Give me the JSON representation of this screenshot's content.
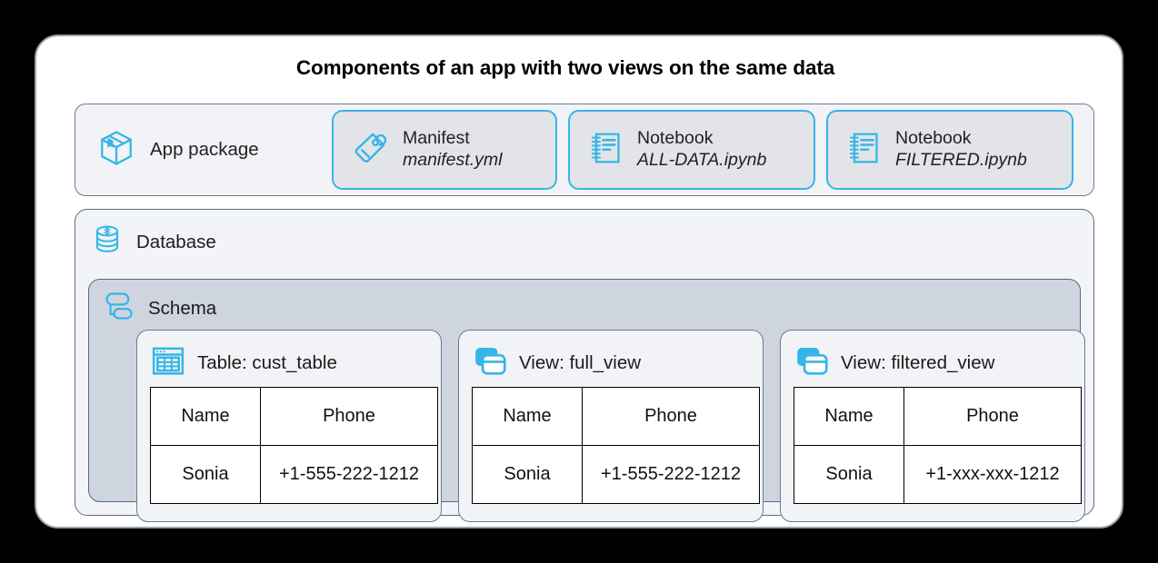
{
  "title": "Components of an app with two views on the same data",
  "colors": {
    "accent": "#36b5e8",
    "panel_light": "#f1f3f6",
    "panel_schema": "#cfd5de",
    "border_gray": "#6d7a91",
    "canvas": "#000000",
    "card": "#ffffff"
  },
  "app_row": {
    "package_label": "App package",
    "package_icon": "package-box-icon",
    "files": [
      {
        "icon": "tag-icon",
        "kind": "Manifest",
        "filename": "manifest.yml",
        "selected": true
      },
      {
        "icon": "notebook-icon",
        "kind": "Notebook",
        "filename": "ALL-DATA.ipynb",
        "selected": false
      },
      {
        "icon": "notebook-icon",
        "kind": "Notebook",
        "filename": "FILTERED.ipynb",
        "selected": false
      }
    ]
  },
  "database": {
    "label": "Database",
    "icon": "database-snowflake-icon",
    "schema": {
      "label": "Schema",
      "icon": "schema-icon",
      "entities": [
        {
          "icon": "table-icon",
          "label": "Table: cust_table",
          "columns": [
            "Name",
            "Phone"
          ],
          "rows": [
            [
              "Sonia",
              "+1-555-222-1212"
            ]
          ]
        },
        {
          "icon": "view-icon",
          "label": "View: full_view",
          "columns": [
            "Name",
            "Phone"
          ],
          "rows": [
            [
              "Sonia",
              "+1-555-222-1212"
            ]
          ]
        },
        {
          "icon": "view-icon",
          "label": "View: filtered_view",
          "columns": [
            "Name",
            "Phone"
          ],
          "rows": [
            [
              "Sonia",
              "+1-xxx-xxx-1212"
            ]
          ]
        }
      ]
    }
  }
}
